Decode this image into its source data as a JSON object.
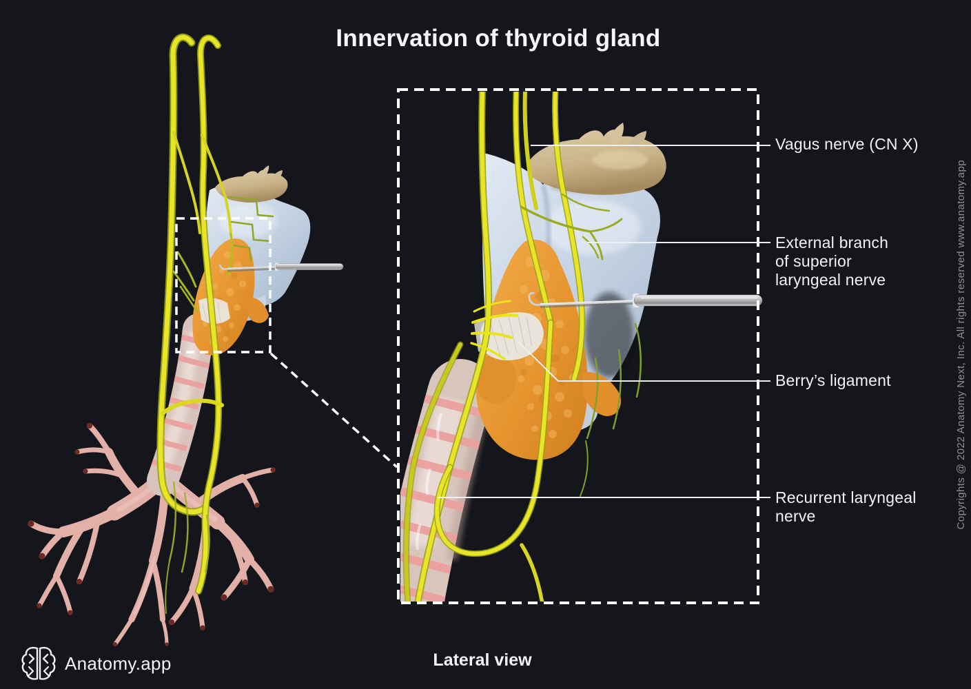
{
  "header": {
    "title": "Innervation of thyroid gland"
  },
  "footer": {
    "view_label": "Lateral view"
  },
  "brand": {
    "name": "Anatomy.app"
  },
  "watermark": {
    "copyright": "Copyrights @ 2022 Anatomy Next, Inc. All rights reserved www.anatomy.app"
  },
  "annotations": {
    "vagus": "Vagus nerve (CN X)",
    "external_branch": "External branch\nof superior\nlaryngeal nerve",
    "berrys_ligament": "Berry’s ligament",
    "recurrent": "Recurrent laryngeal\nnerve"
  },
  "colors": {
    "background": "#14161b",
    "label_text": "#f2f3f5",
    "copyright_text": "#8d9096",
    "callout_line": "#f0f0f0",
    "dashed_box": "#ffffff",
    "nerve_yellow": "#e9e427",
    "nerve_green": "#8fa62a",
    "thyroid_orange": "#e6952f",
    "cartilage_blue": "#c7d4e4",
    "hyoid_bone_tan": "#c9b288",
    "trachea_beige": "#d8c5bc",
    "trachea_ring_pink": "#eba19e",
    "bronchi_pink": "#e3b0a8",
    "probe_metal": "#cfcfcf"
  }
}
